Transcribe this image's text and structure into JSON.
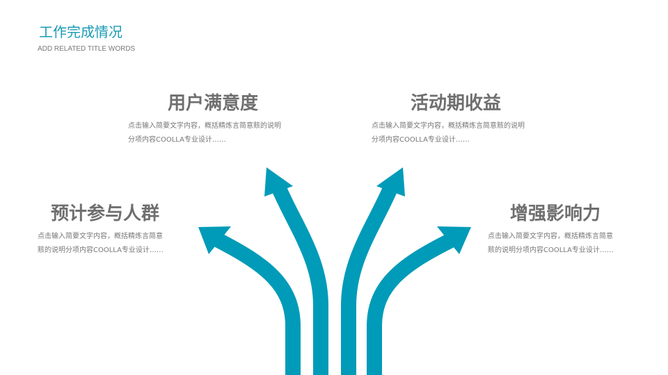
{
  "header": {
    "title": "工作完成情况",
    "subtitle": "ADD RELATED TITLE WORDS"
  },
  "colors": {
    "accent": "#009bb8",
    "heading": "#6f6f6f"
  },
  "items": [
    {
      "title": "用户满意度",
      "desc": [
        "点击输入简要文字内容，概括精炼言简意赅的说明",
        "分项内容COOLLA专业设计……"
      ]
    },
    {
      "title": "活动期收益",
      "desc": [
        "点击输入简要文字内容，概括精炼言简意赅的说明",
        "分项内容COOLLA专业设计……"
      ]
    },
    {
      "title": "预计参与人群",
      "desc": [
        "点击输入简要文字内容，概括精炼言简意",
        "赅的说明分项内容COOLLA专业设计……"
      ]
    },
    {
      "title": "增强影响力",
      "desc": [
        "点击输入简要文字内容，概括精炼言简意",
        "赅的说明分项内容COOLLA专业设计……"
      ]
    }
  ]
}
